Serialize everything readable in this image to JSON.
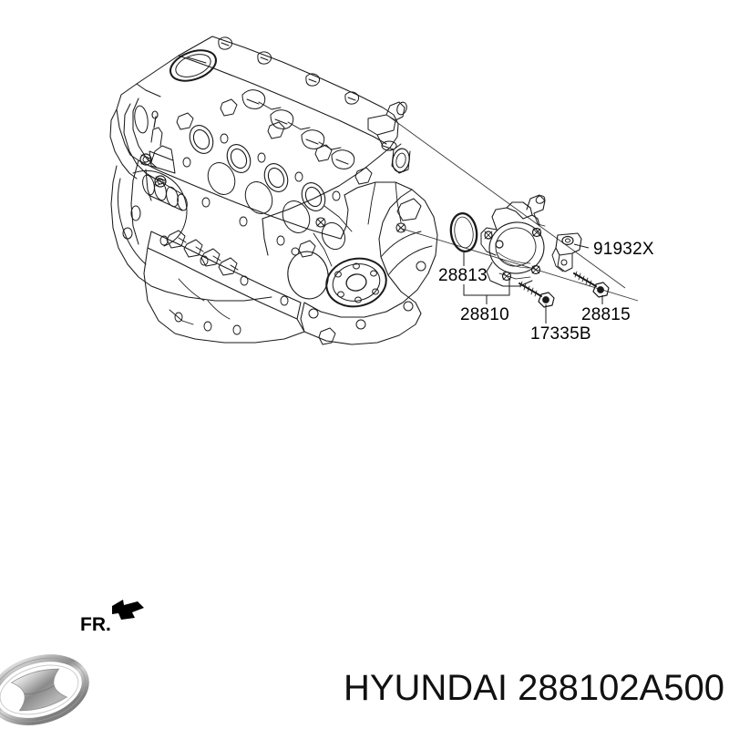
{
  "diagram": {
    "kind": "exploded-parts-diagram",
    "subject": "engine with vacuum pump assembly",
    "orientation_marker": {
      "label": "FR.",
      "icon": "front-direction-arrow-icon",
      "direction": "up-left"
    },
    "callouts": [
      {
        "id": "28813",
        "label": "28813",
        "part": "gasket-oring",
        "leader": "down-to-bracket"
      },
      {
        "id": "28810",
        "label": "28810",
        "part": "vacuum-pump-assembly",
        "leader": "bracket-group"
      },
      {
        "id": "91932X",
        "label": "91932X",
        "part": "clamp-bracket",
        "leader": "left"
      },
      {
        "id": "28815",
        "label": "28815",
        "part": "bolt",
        "leader": "up"
      },
      {
        "id": "17335B",
        "label": "17335B",
        "part": "bolt",
        "leader": "up"
      }
    ]
  },
  "footer": {
    "brand": "HYUNDAI",
    "part_number": "288102A500",
    "caption": "HYUNDAI 288102A500",
    "logo_icon": "hyundai-logo-icon"
  },
  "colors": {
    "line": "#1a1a1a",
    "text": "#000000",
    "background": "#ffffff",
    "logo_light": "#e8e8e8",
    "logo_mid": "#a8a8a8",
    "logo_dark": "#6f6f6f"
  }
}
